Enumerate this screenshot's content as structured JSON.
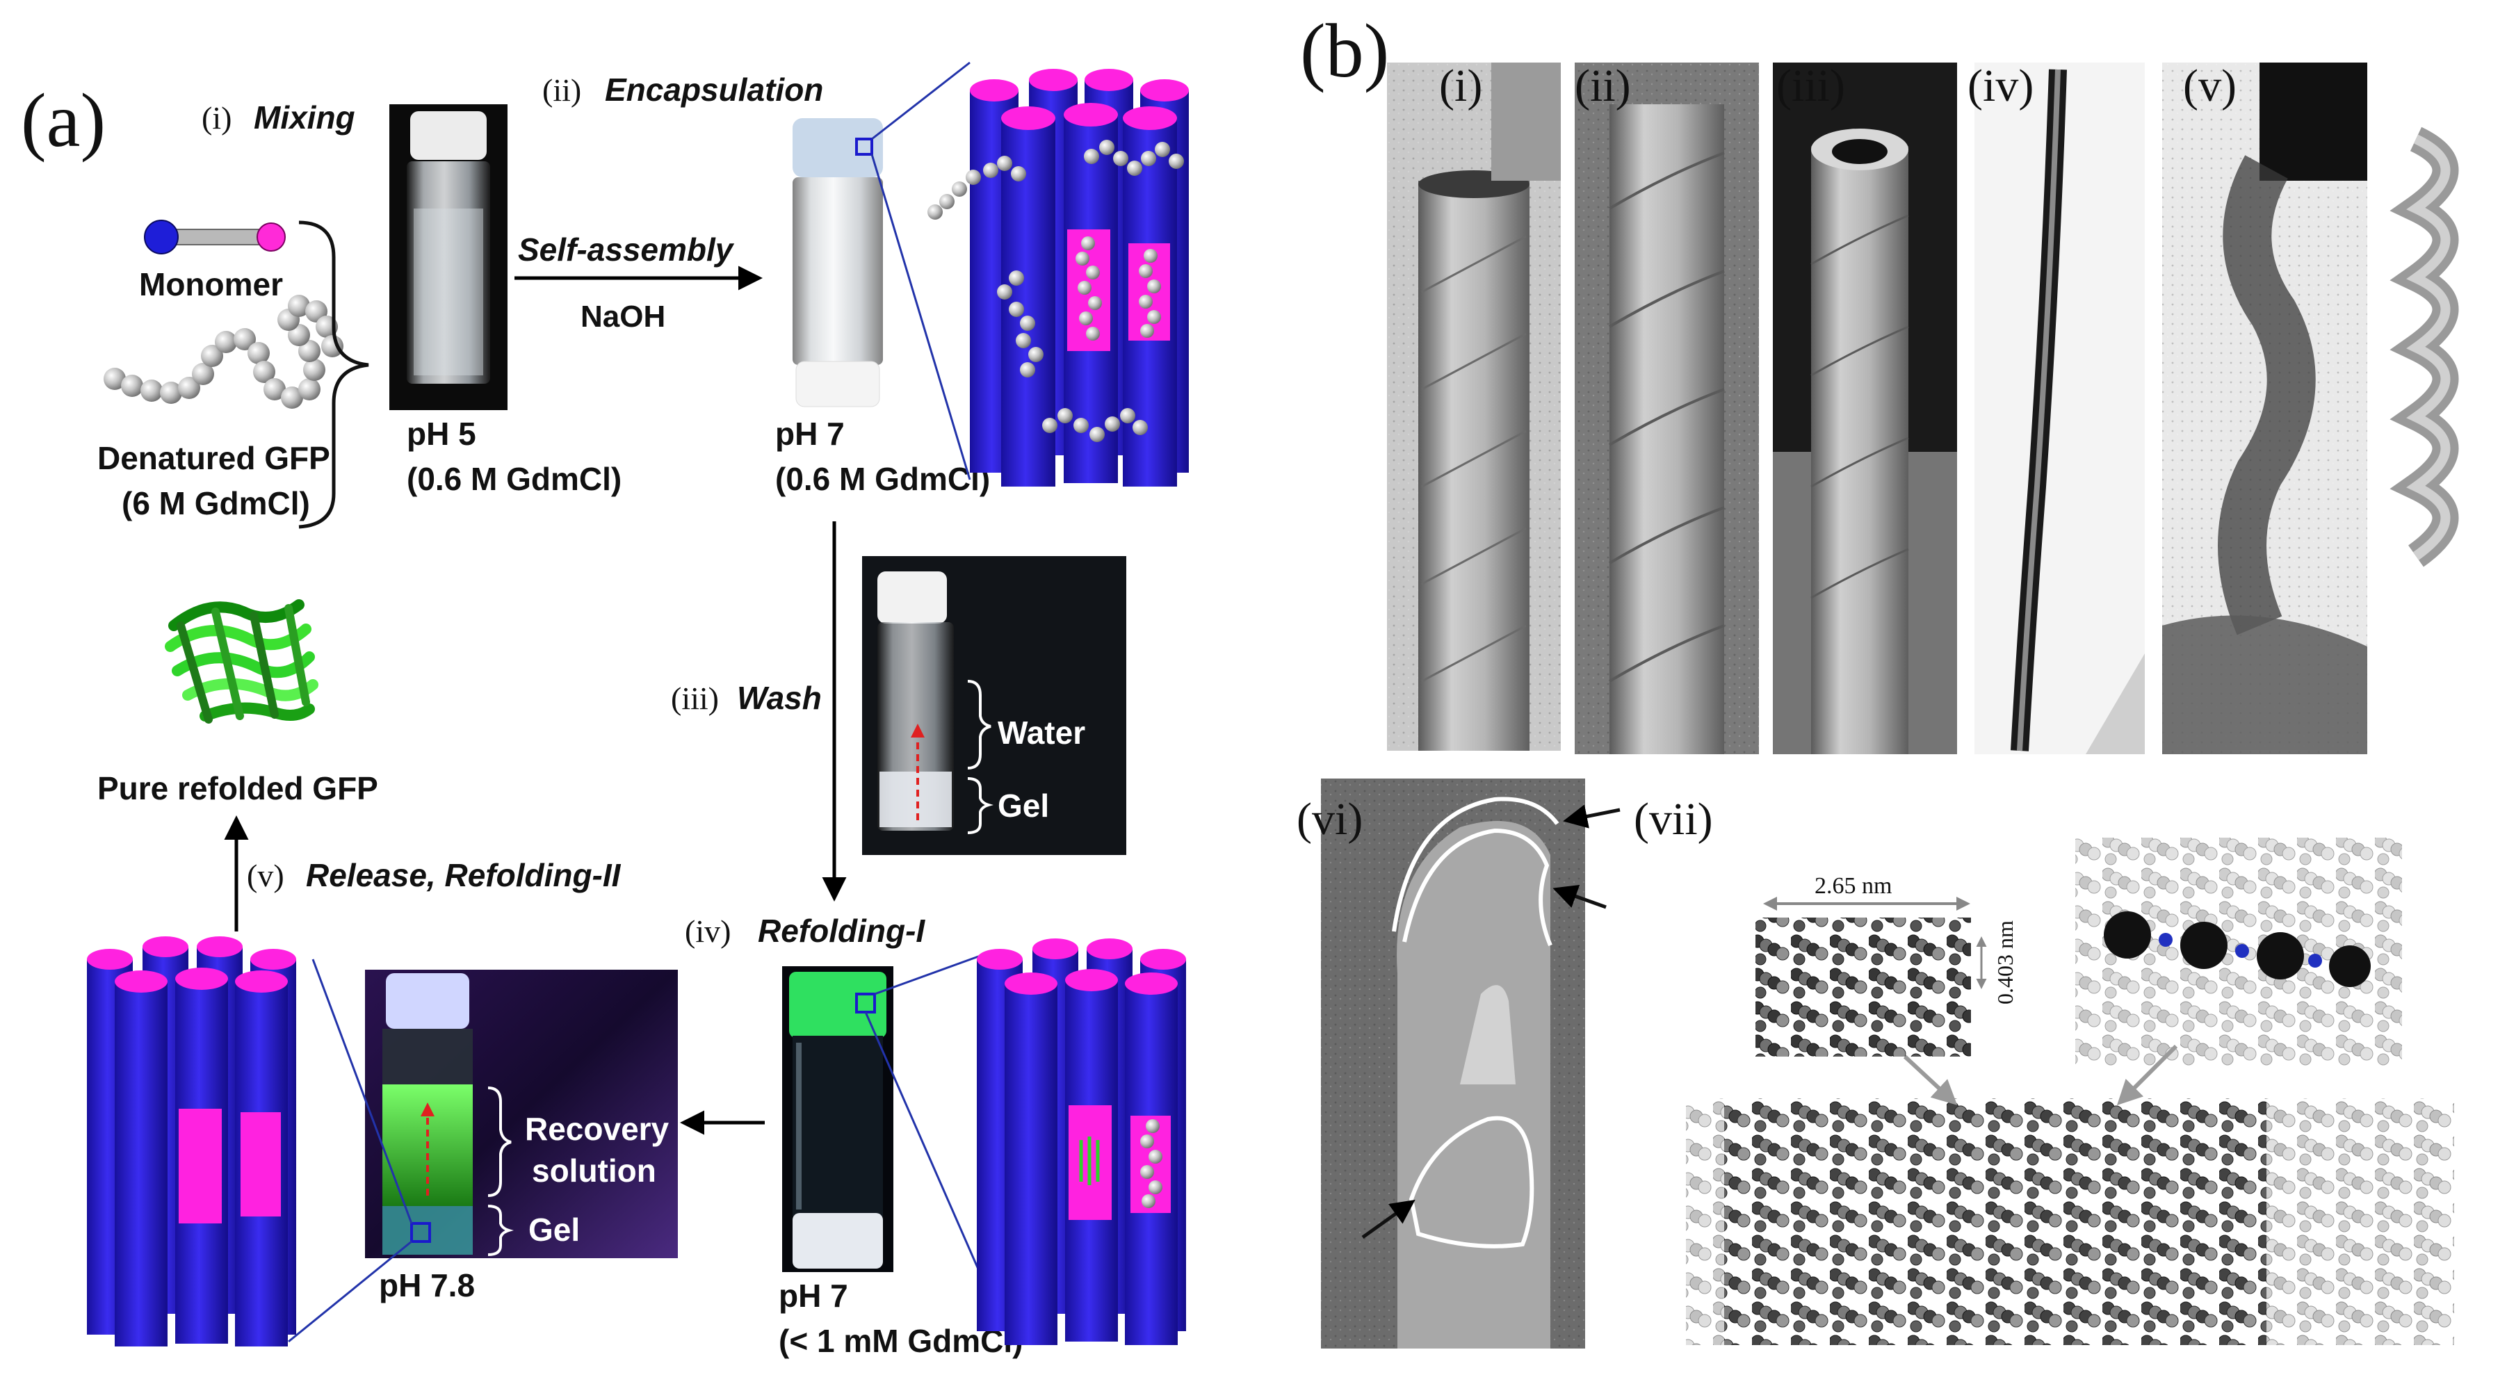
{
  "panel_a": {
    "label": "(a)",
    "steps": {
      "mixing": {
        "roman": "(i)",
        "name": "Mixing"
      },
      "encapsulation": {
        "roman": "(ii)",
        "name": "Encapsulation"
      },
      "wash": {
        "roman": "(iii)",
        "name": "Wash"
      },
      "refolding1": {
        "roman": "(iv)",
        "name": "Refolding-I"
      },
      "release": {
        "roman": "(v)",
        "name": "Release,  Refolding-II"
      }
    },
    "monomer": "Monomer",
    "denatured_1": "Denatured  GFP",
    "denatured_2": "(6 M GdmCl)",
    "self_assembly": "Self-assembly",
    "naoh": "NaOH",
    "vial1": {
      "ph": "pH 5",
      "cond": "(0.6 M GdmCl)"
    },
    "vial2": {
      "ph": "pH 7",
      "cond": "(0.6 M GdmCl)"
    },
    "vial4": {
      "ph": "pH 7",
      "cond": "(< 1 mM GdmCl)"
    },
    "vial5": {
      "ph": "pH 7.8"
    },
    "wash_labels": {
      "water": "Water",
      "gel": "Gel"
    },
    "recovery_1": "Recovery",
    "recovery_2": "solution",
    "recovery_gel": "Gel",
    "pure": "Pure refolded  GFP"
  },
  "panel_b": {
    "label": "(b)",
    "sub": [
      "(i)",
      "(ii)",
      "(iii)",
      "(iv)",
      "(v)",
      "(vi)",
      "(vii)"
    ],
    "dim_width": "2.65 nm",
    "dim_height": "0.403 nm"
  },
  "colors": {
    "tube_blue": "#2b1ee0",
    "tube_magenta": "#ff22e0",
    "gfp_green": "#2fd42a",
    "arrow_red": "#e02020"
  }
}
